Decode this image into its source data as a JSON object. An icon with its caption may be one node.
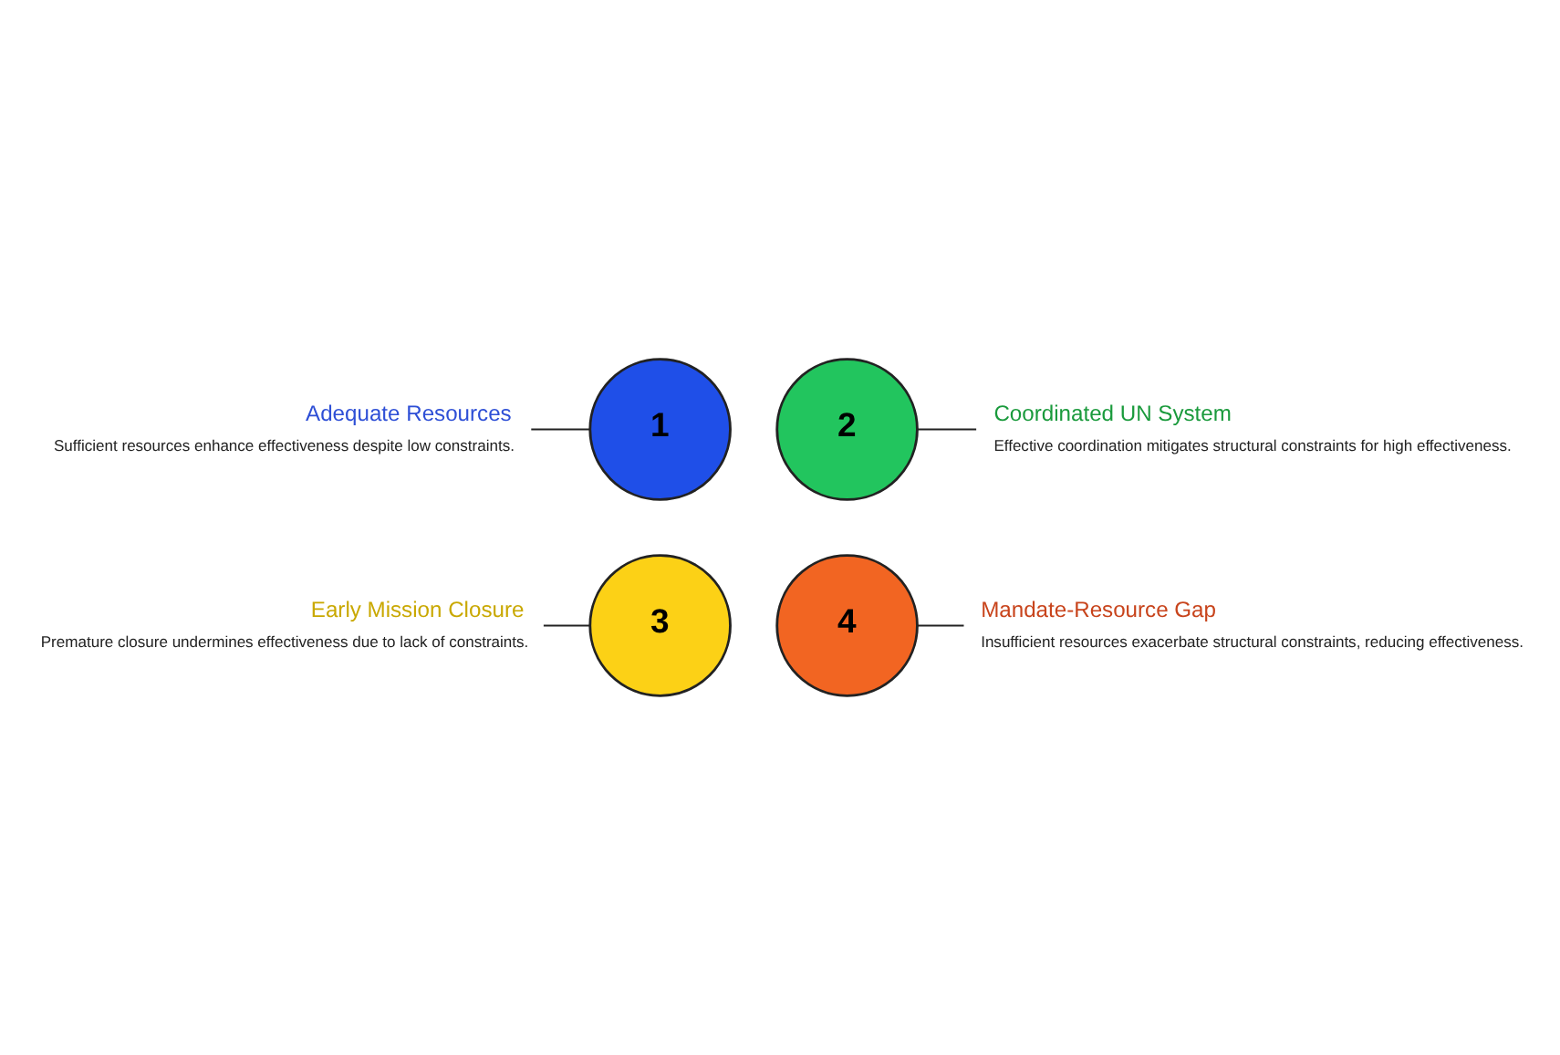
{
  "diagram": {
    "nodes": [
      {
        "text": [
          "Adequate Resources",
          "Sufficient resources enhance effectiveness despite low constraints."
        ]
      },
      {
        "text": [
          "Coordinated UN System",
          "Effective coordination mitigates structural constraints for high effectiveness."
        ]
      },
      {
        "text": [
          "1"
        ]
      },
      {
        "text": [
          "2"
        ]
      },
      {
        "text": [
          "3"
        ]
      },
      {
        "text": [
          "4"
        ]
      },
      {
        "text": [
          "Early Mission Closure",
          "Premature closure undermines effectiveness due to lack of constraints."
        ]
      },
      {
        "text": [
          "Mandate-Resource Gap",
          "Insufficient resources exacerbate structural constraints, reducing effectiveness."
        ]
      }
    ],
    "edges": [
      {
        "from": 0,
        "to": 2,
        "arrow": "none"
      },
      {
        "from": 3,
        "to": 1,
        "arrow": "none"
      },
      {
        "from": 6,
        "to": 4,
        "arrow": "none"
      },
      {
        "from": 5,
        "to": 7,
        "arrow": "none"
      }
    ]
  }
}
